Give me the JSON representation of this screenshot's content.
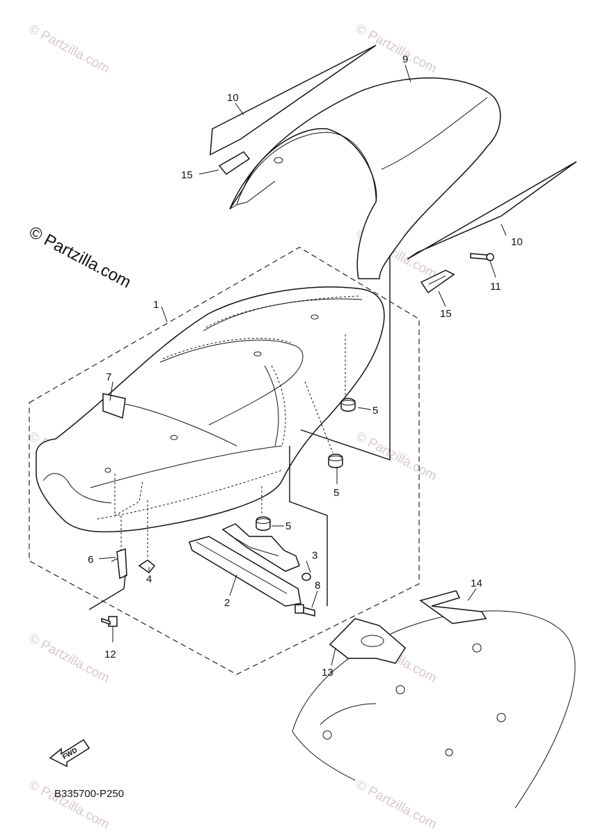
{
  "diagram": {
    "drawing_code": "B335700-P250",
    "fwd_label": "FWD",
    "main_watermark": "© Partzilla.com",
    "watermarks": [
      "© Partzilla.com",
      "© Partzilla.com",
      "© Partzilla.com",
      "© Partzilla.com",
      "© Partzilla.com",
      "© Partzilla.com",
      "© Partzilla.com",
      "© Partzilla.com",
      "© Partzilla.com"
    ],
    "callouts": {
      "c1": "1",
      "c2": "2",
      "c3": "3",
      "c4": "4",
      "c5a": "5",
      "c5b": "5",
      "c5c": "5",
      "c6": "6",
      "c7": "7",
      "c8": "8",
      "c9": "9",
      "c10a": "10",
      "c10b": "10",
      "c11": "11",
      "c12": "12",
      "c13": "13",
      "c14": "14",
      "c15a": "15",
      "c15b": "15"
    }
  }
}
